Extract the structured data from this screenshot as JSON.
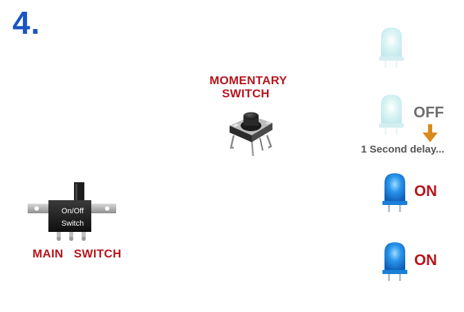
{
  "step_number": "4.",
  "momentary_switch": {
    "label_line1": "MOMENTARY",
    "label_line2": "SWITCH"
  },
  "main_switch": {
    "label": "MAIN   SWITCH",
    "body_text_line1": "On/Off",
    "body_text_line2": "Switch"
  },
  "leds": [
    {
      "state": "dim",
      "label": ""
    },
    {
      "state": "dim",
      "label": "OFF"
    },
    {
      "state": "lit",
      "label": "ON"
    },
    {
      "state": "lit",
      "label": "ON"
    }
  ],
  "delay_note": "1 Second delay...",
  "colors": {
    "step": "#1a55c4",
    "label_red": "#b8141c",
    "off_gray": "#6f6f6f",
    "arrow": "#d98a1c",
    "led_lit": "#1e8fe6",
    "led_dim": "#cfeef0"
  }
}
